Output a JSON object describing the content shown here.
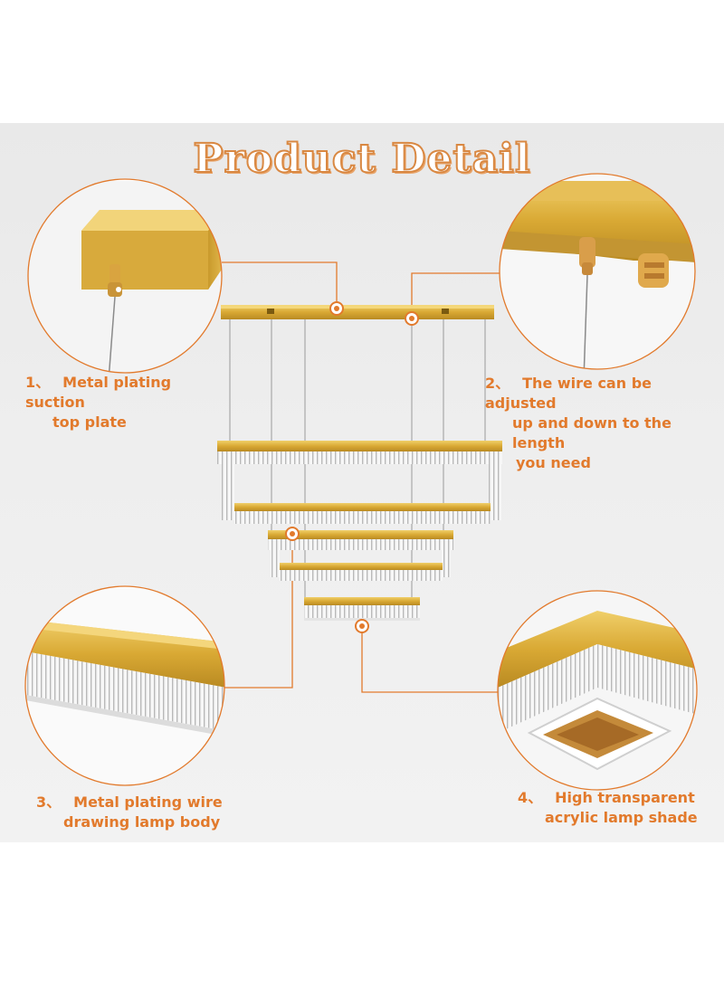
{
  "title": "Product Detail",
  "colors": {
    "accent": "#e27a2c",
    "gold": "#d9a934",
    "panel_bg": "#ececec"
  },
  "features": [
    {
      "number": "1、",
      "line1": "Metal plating suction",
      "line2": "top plate"
    },
    {
      "number": "2、",
      "line1": "The wire can be adjusted",
      "line2": "up and down to the length",
      "line3": "you need"
    },
    {
      "number": "3、",
      "line1": "Metal plating wire",
      "line2": "drawing lamp body"
    },
    {
      "number": "4、",
      "line1": "High transparent",
      "line2": "acrylic lamp shade"
    }
  ]
}
